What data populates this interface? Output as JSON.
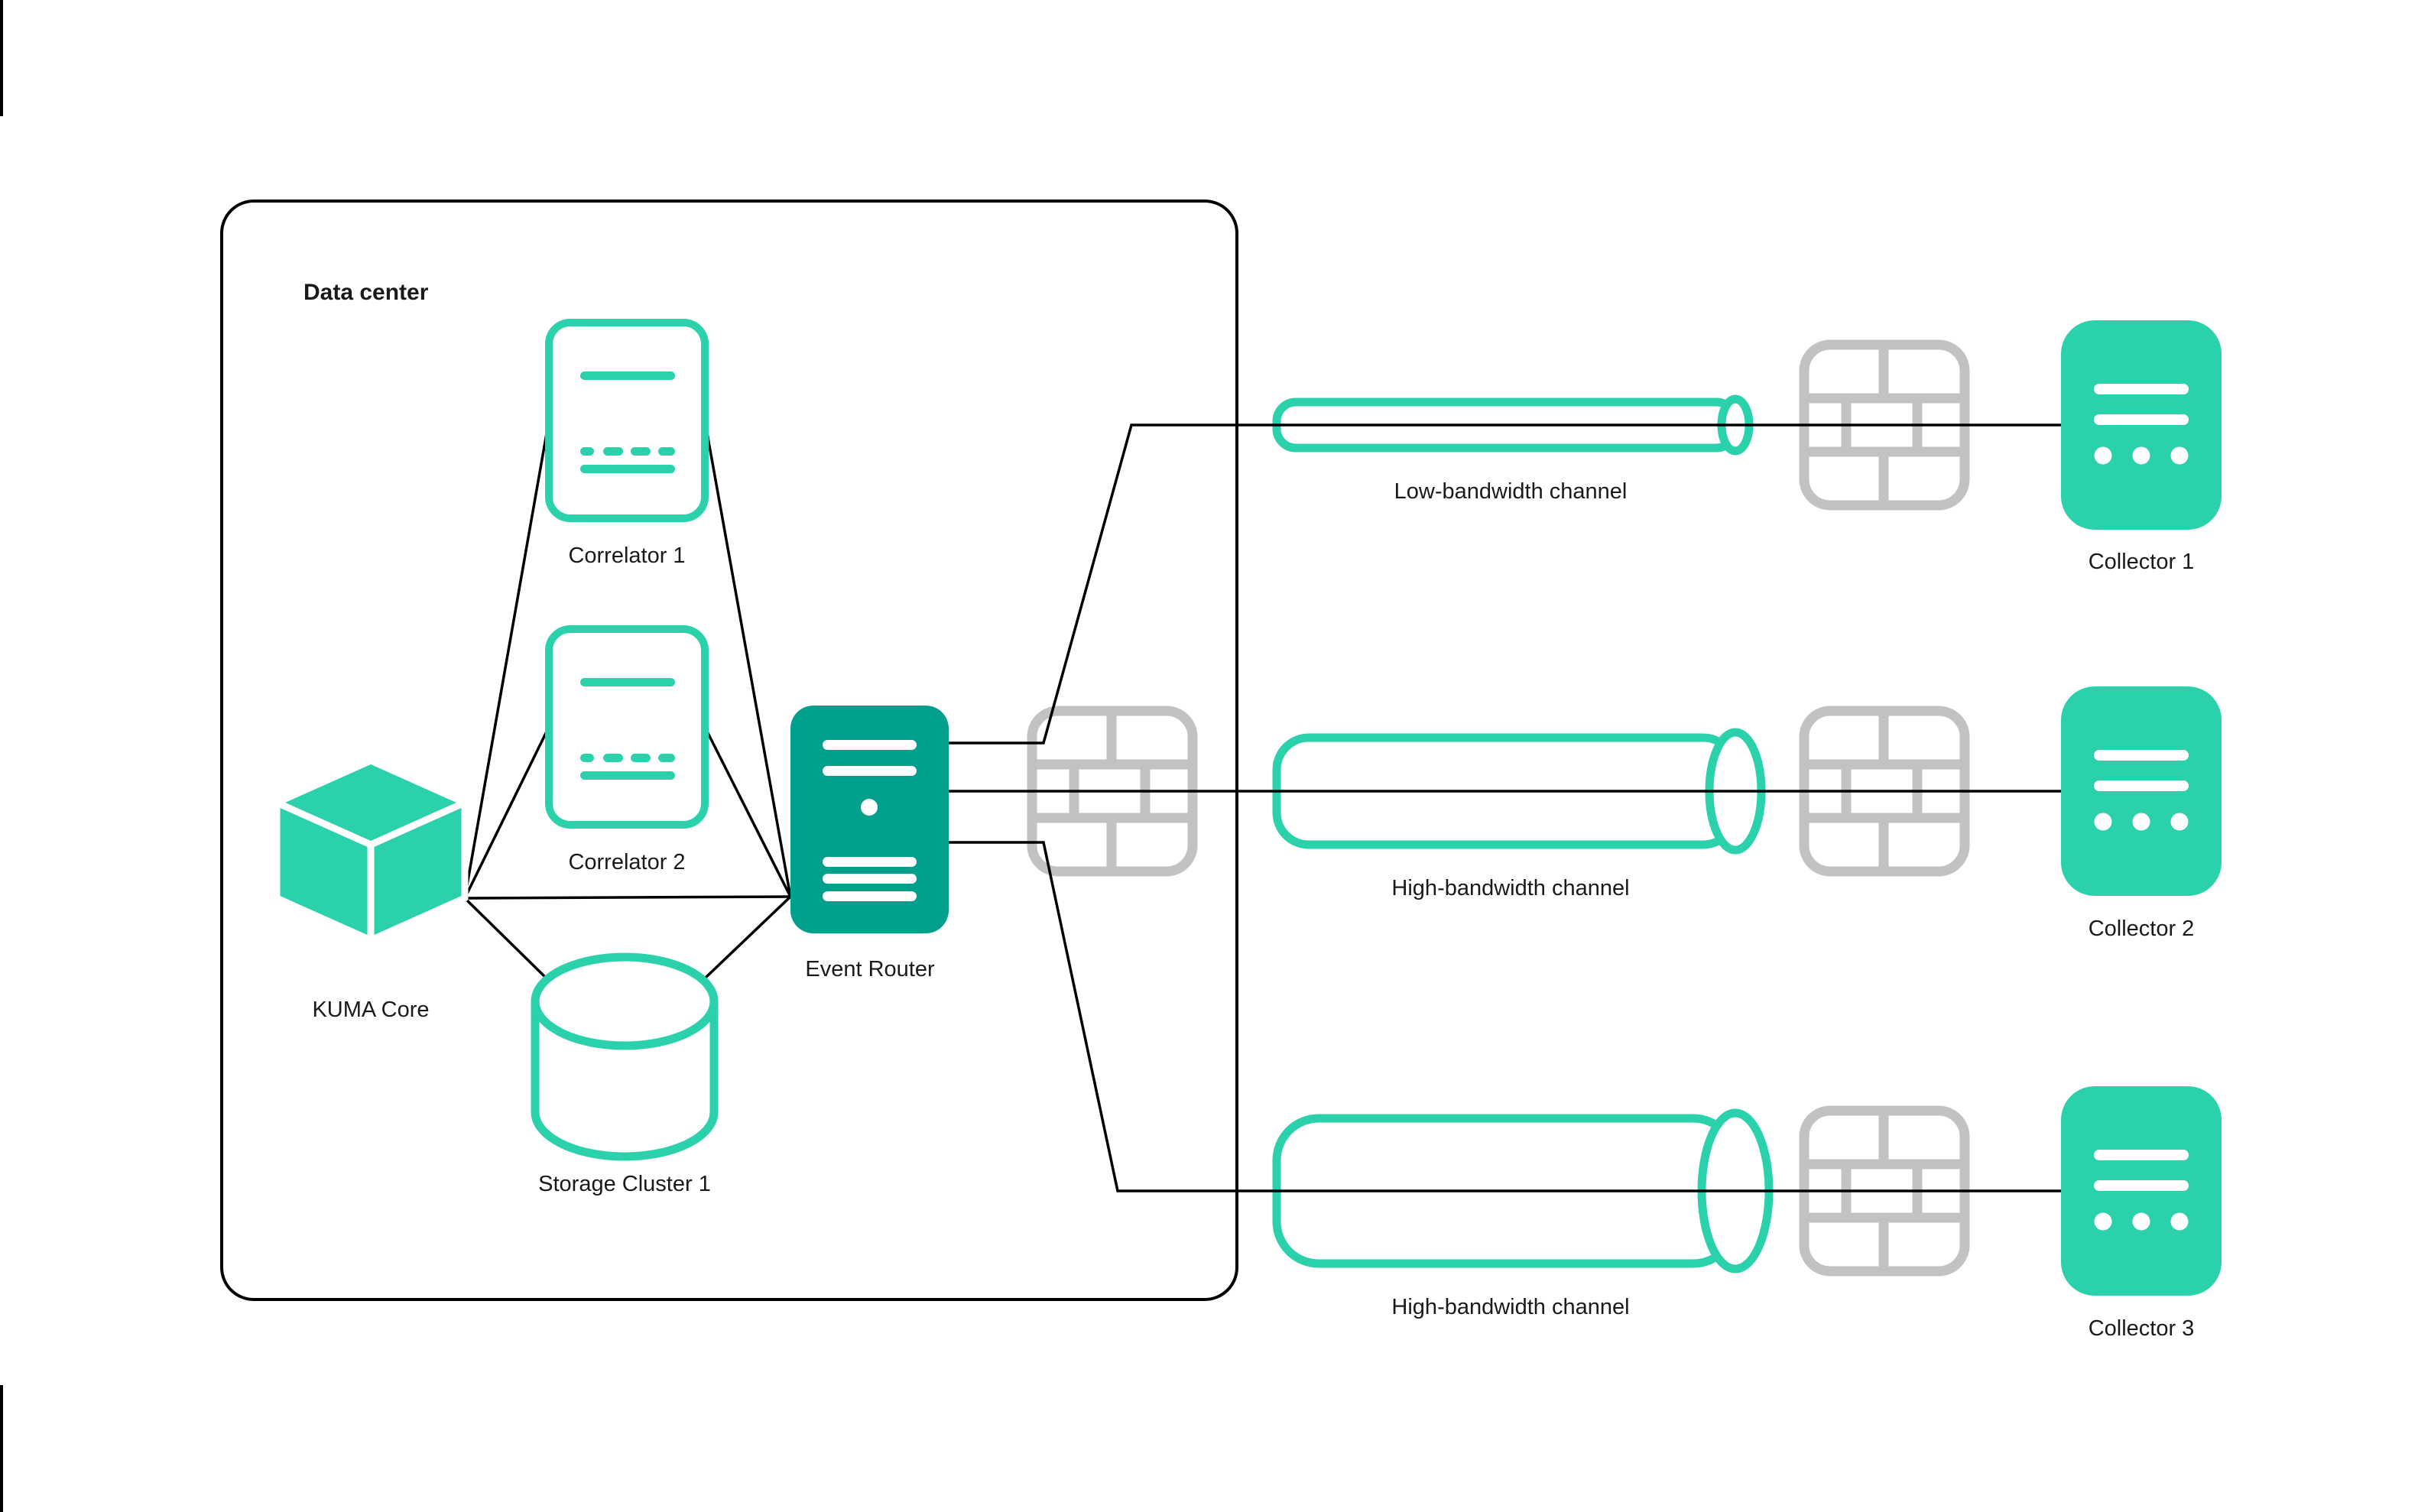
{
  "colors": {
    "teal": "#2BD1AA",
    "dark_teal": "#00A08C",
    "gray": "#C2C2C2",
    "line": "#000000",
    "text": "#1A1A1A"
  },
  "data_center": {
    "label": "Data center"
  },
  "nodes": {
    "kuma_core": {
      "label": "KUMA Core"
    },
    "correlator1": {
      "label": "Correlator 1"
    },
    "correlator2": {
      "label": "Correlator 2"
    },
    "storage": {
      "label": "Storage Cluster 1"
    },
    "event_router": {
      "label": "Event Router"
    },
    "collector1": {
      "label": "Collector 1"
    },
    "collector2": {
      "label": "Collector 2"
    },
    "collector3": {
      "label": "Collector 3"
    }
  },
  "channels": {
    "low": {
      "label": "Low-bandwidth channel"
    },
    "high1": {
      "label": "High-bandwidth channel"
    },
    "high2": {
      "label": "High-bandwidth channel"
    }
  },
  "icons": {
    "kuma_core": "cube-icon",
    "correlator": "correlator-icon",
    "storage": "database-icon",
    "event_router": "server-icon",
    "firewall": "firewall-icon",
    "collector": "collector-icon",
    "channel": "pipe-icon"
  }
}
